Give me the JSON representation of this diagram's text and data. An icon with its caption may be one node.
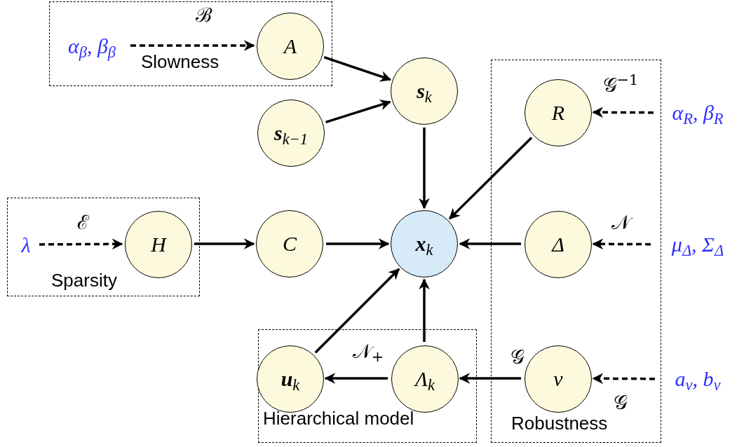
{
  "diagram": {
    "nodes": [
      {
        "text": [
          "Slowness"
        ]
      },
      {
        "text": [
          "α$_{β}$, β$_{β}$"
        ],
        "in": 0
      },
      {
        "text": [
          "A"
        ],
        "in": 0
      },
      {
        "text": [
          "**s**$_{k}$"
        ]
      },
      {
        "text": [
          "**s**$_{k−1}$"
        ]
      },
      {
        "text": [
          "Sparsity"
        ]
      },
      {
        "text": [
          "λ"
        ],
        "in": 5
      },
      {
        "text": [
          "H"
        ],
        "in": 5
      },
      {
        "text": [
          "C"
        ]
      },
      {
        "text": [
          "**x**$_{k}$"
        ]
      },
      {
        "text": [
          "Robustness"
        ]
      },
      {
        "text": [
          "R"
        ],
        "in": 10
      },
      {
        "text": [
          "α$_{R}$, β$_{R}$"
        ]
      },
      {
        "text": [
          "Δ"
        ],
        "in": 10
      },
      {
        "text": [
          "μ$_{Δ}$, Σ$_{Δ}$"
        ]
      },
      {
        "text": [
          "Hierarchical model"
        ]
      },
      {
        "text": [
          "**u**$_{k}$"
        ],
        "in": 15
      },
      {
        "text": [
          "Λ$_{k}$"
        ],
        "in": 15
      },
      {
        "text": [
          "ν"
        ],
        "in": 10
      },
      {
        "text": [
          "a$_{ν}$, b$_{ν}$"
        ]
      }
    ],
    "edges": [
      {
        "from": 1,
        "to": 2,
        "arrow": "to",
        "style": "dashed",
        "label": "ℬ"
      },
      {
        "from": 2,
        "to": 3,
        "arrow": "to"
      },
      {
        "from": 4,
        "to": 3,
        "arrow": "to"
      },
      {
        "from": 3,
        "to": 9,
        "arrow": "to"
      },
      {
        "from": 12,
        "to": 11,
        "arrow": "to",
        "style": "dashed",
        "label": "𝒢$^{−1}$"
      },
      {
        "from": 11,
        "to": 9,
        "arrow": "to"
      },
      {
        "from": 6,
        "to": 7,
        "arrow": "to",
        "style": "dashed",
        "label": "ℰ"
      },
      {
        "from": 7,
        "to": 8,
        "arrow": "to"
      },
      {
        "from": 8,
        "to": 9,
        "arrow": "to"
      },
      {
        "from": 14,
        "to": 13,
        "arrow": "to",
        "style": "dashed",
        "label": "𝒩"
      },
      {
        "from": 13,
        "to": 9,
        "arrow": "to"
      },
      {
        "from": 16,
        "to": 9,
        "arrow": "to"
      },
      {
        "from": 17,
        "to": 9,
        "arrow": "to"
      },
      {
        "from": 17,
        "to": 16,
        "arrow": "to",
        "label": "𝒩$_{+}$"
      },
      {
        "from": 18,
        "to": 17,
        "arrow": "to",
        "label": "𝒢"
      },
      {
        "from": 19,
        "to": 18,
        "arrow": "to",
        "style": "dashed",
        "label": "𝒢"
      }
    ]
  }
}
